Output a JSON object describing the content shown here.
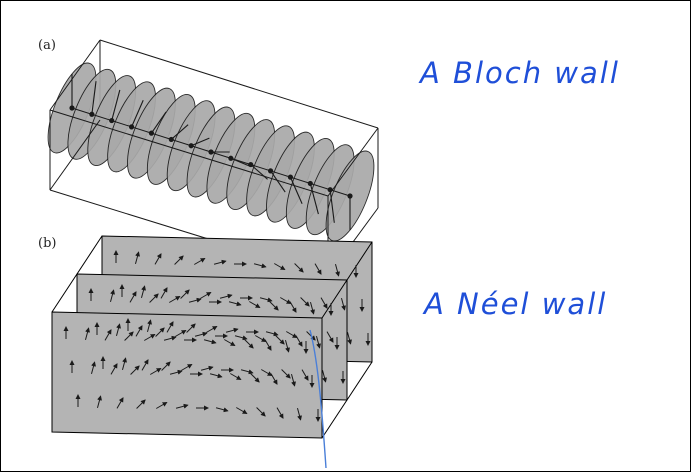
{
  "figure": {
    "panel_a_label": "(a)",
    "panel_b_label": "(b)"
  },
  "annotations": {
    "bloch_caption": "A Bloch wall",
    "neel_caption": "A Néel wall",
    "ink_color": "#1f4fd8"
  },
  "colors": {
    "disk_fill": "#a9a9a9",
    "plate_fill": "#b4b4b4",
    "line": "#1a1a1a",
    "frame": "#000000"
  }
}
